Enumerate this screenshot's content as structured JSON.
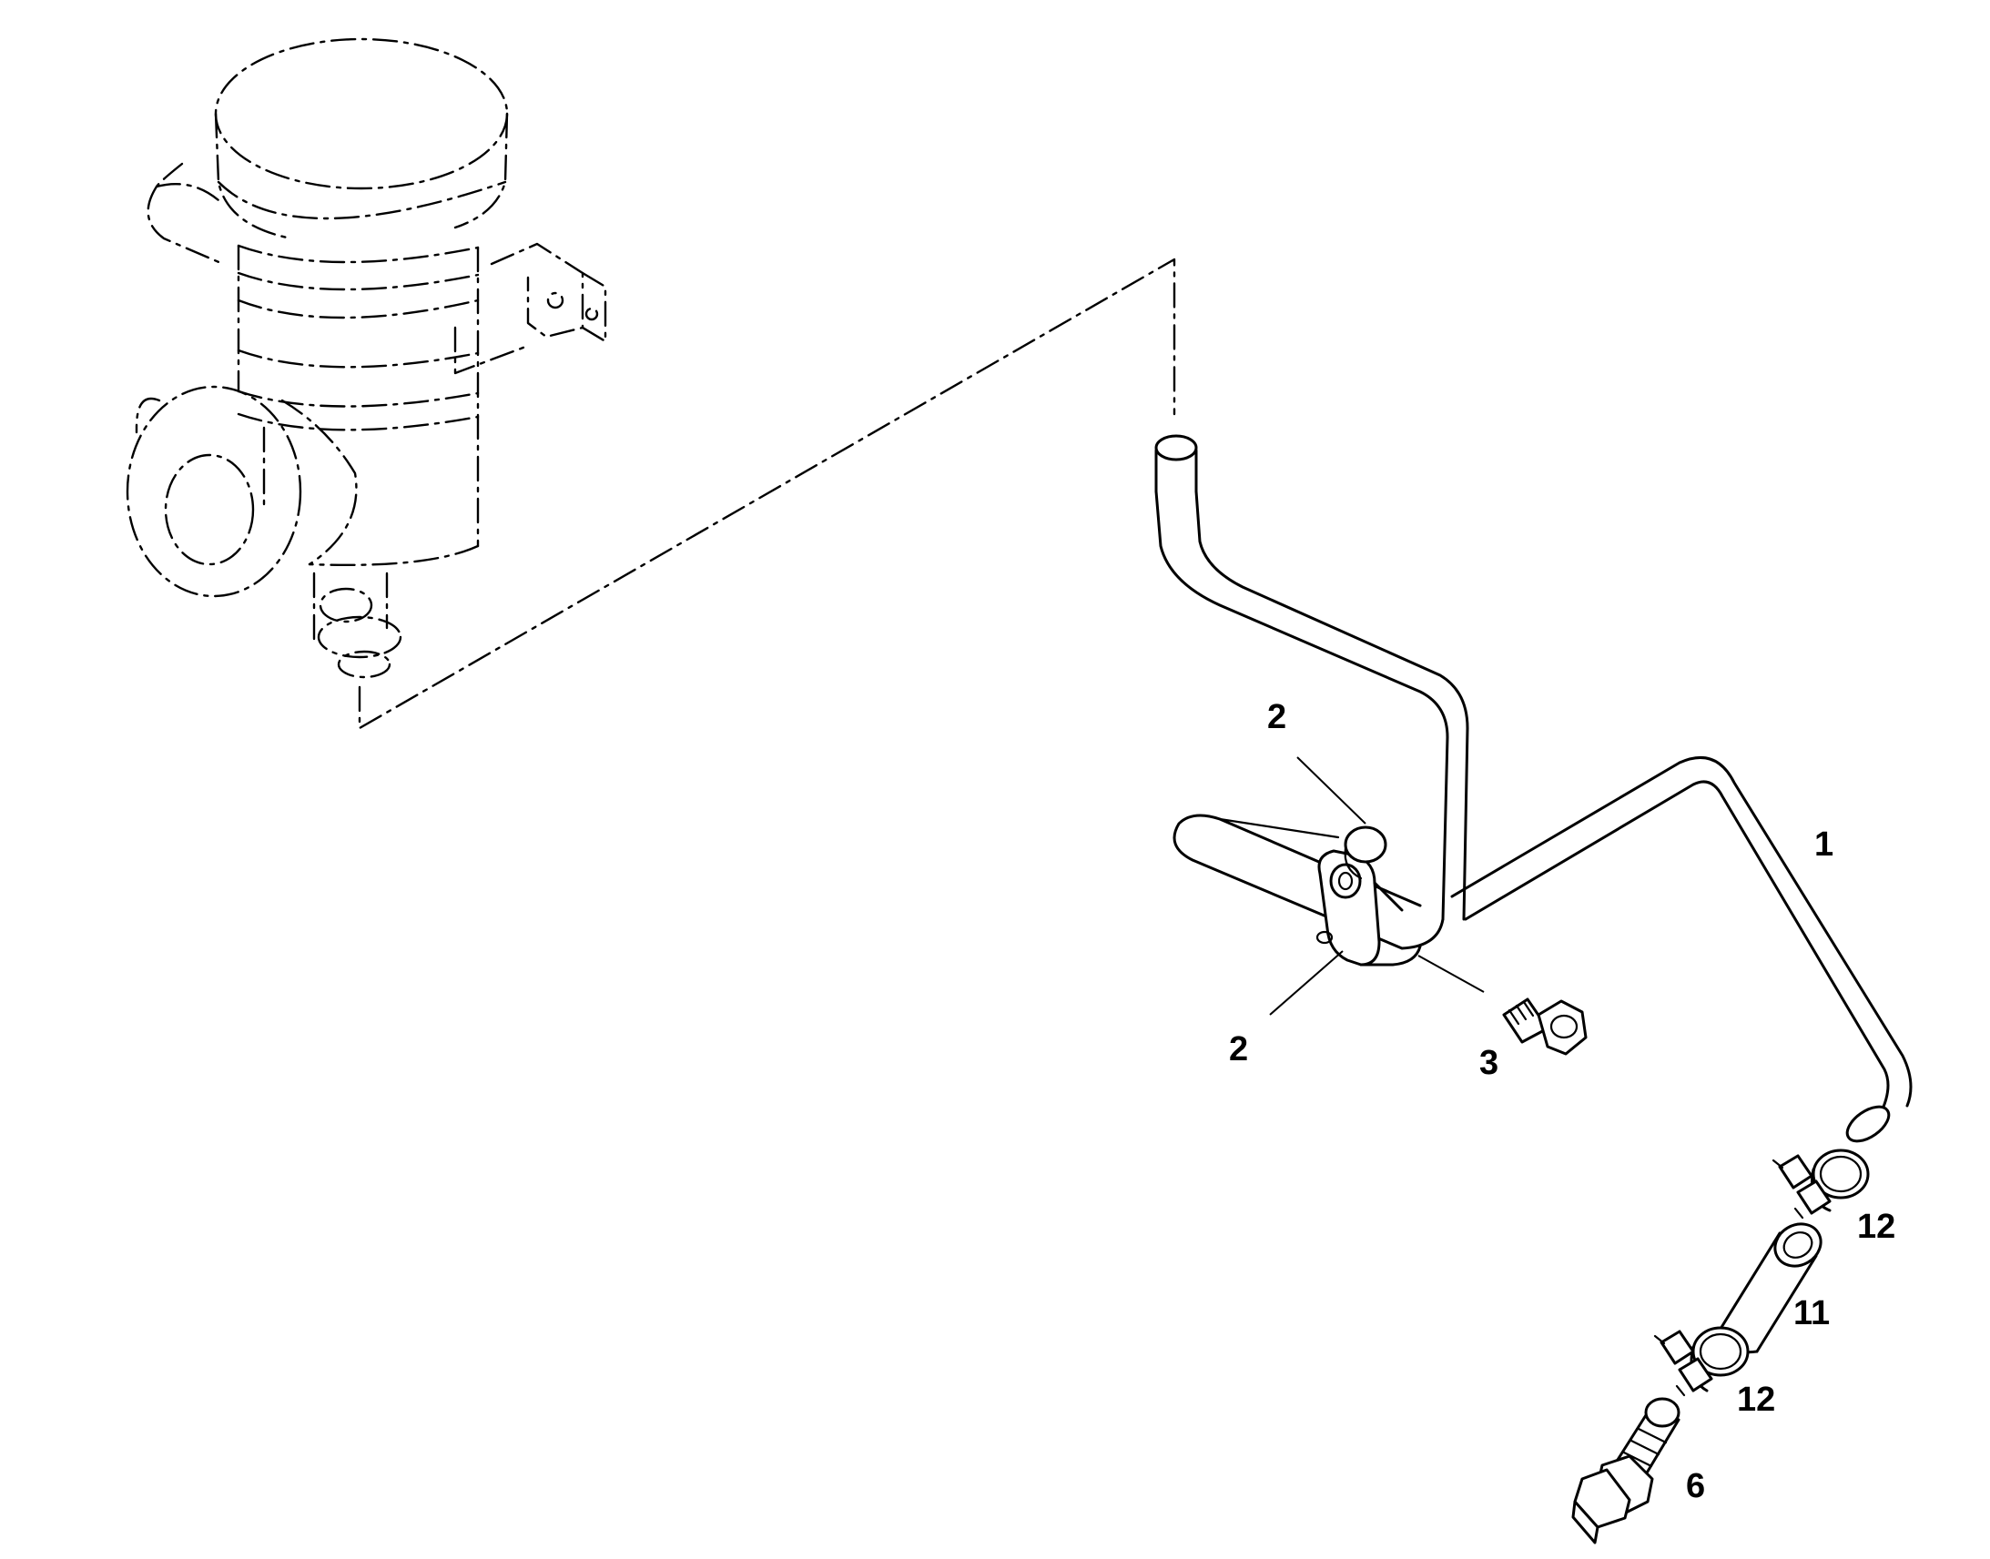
{
  "callouts": {
    "c1": "1",
    "c2_upper": "2",
    "c2_lower": "2",
    "c3": "3",
    "c12_upper": "12",
    "c11": "11",
    "c12_lower": "12",
    "c6": "6"
  }
}
